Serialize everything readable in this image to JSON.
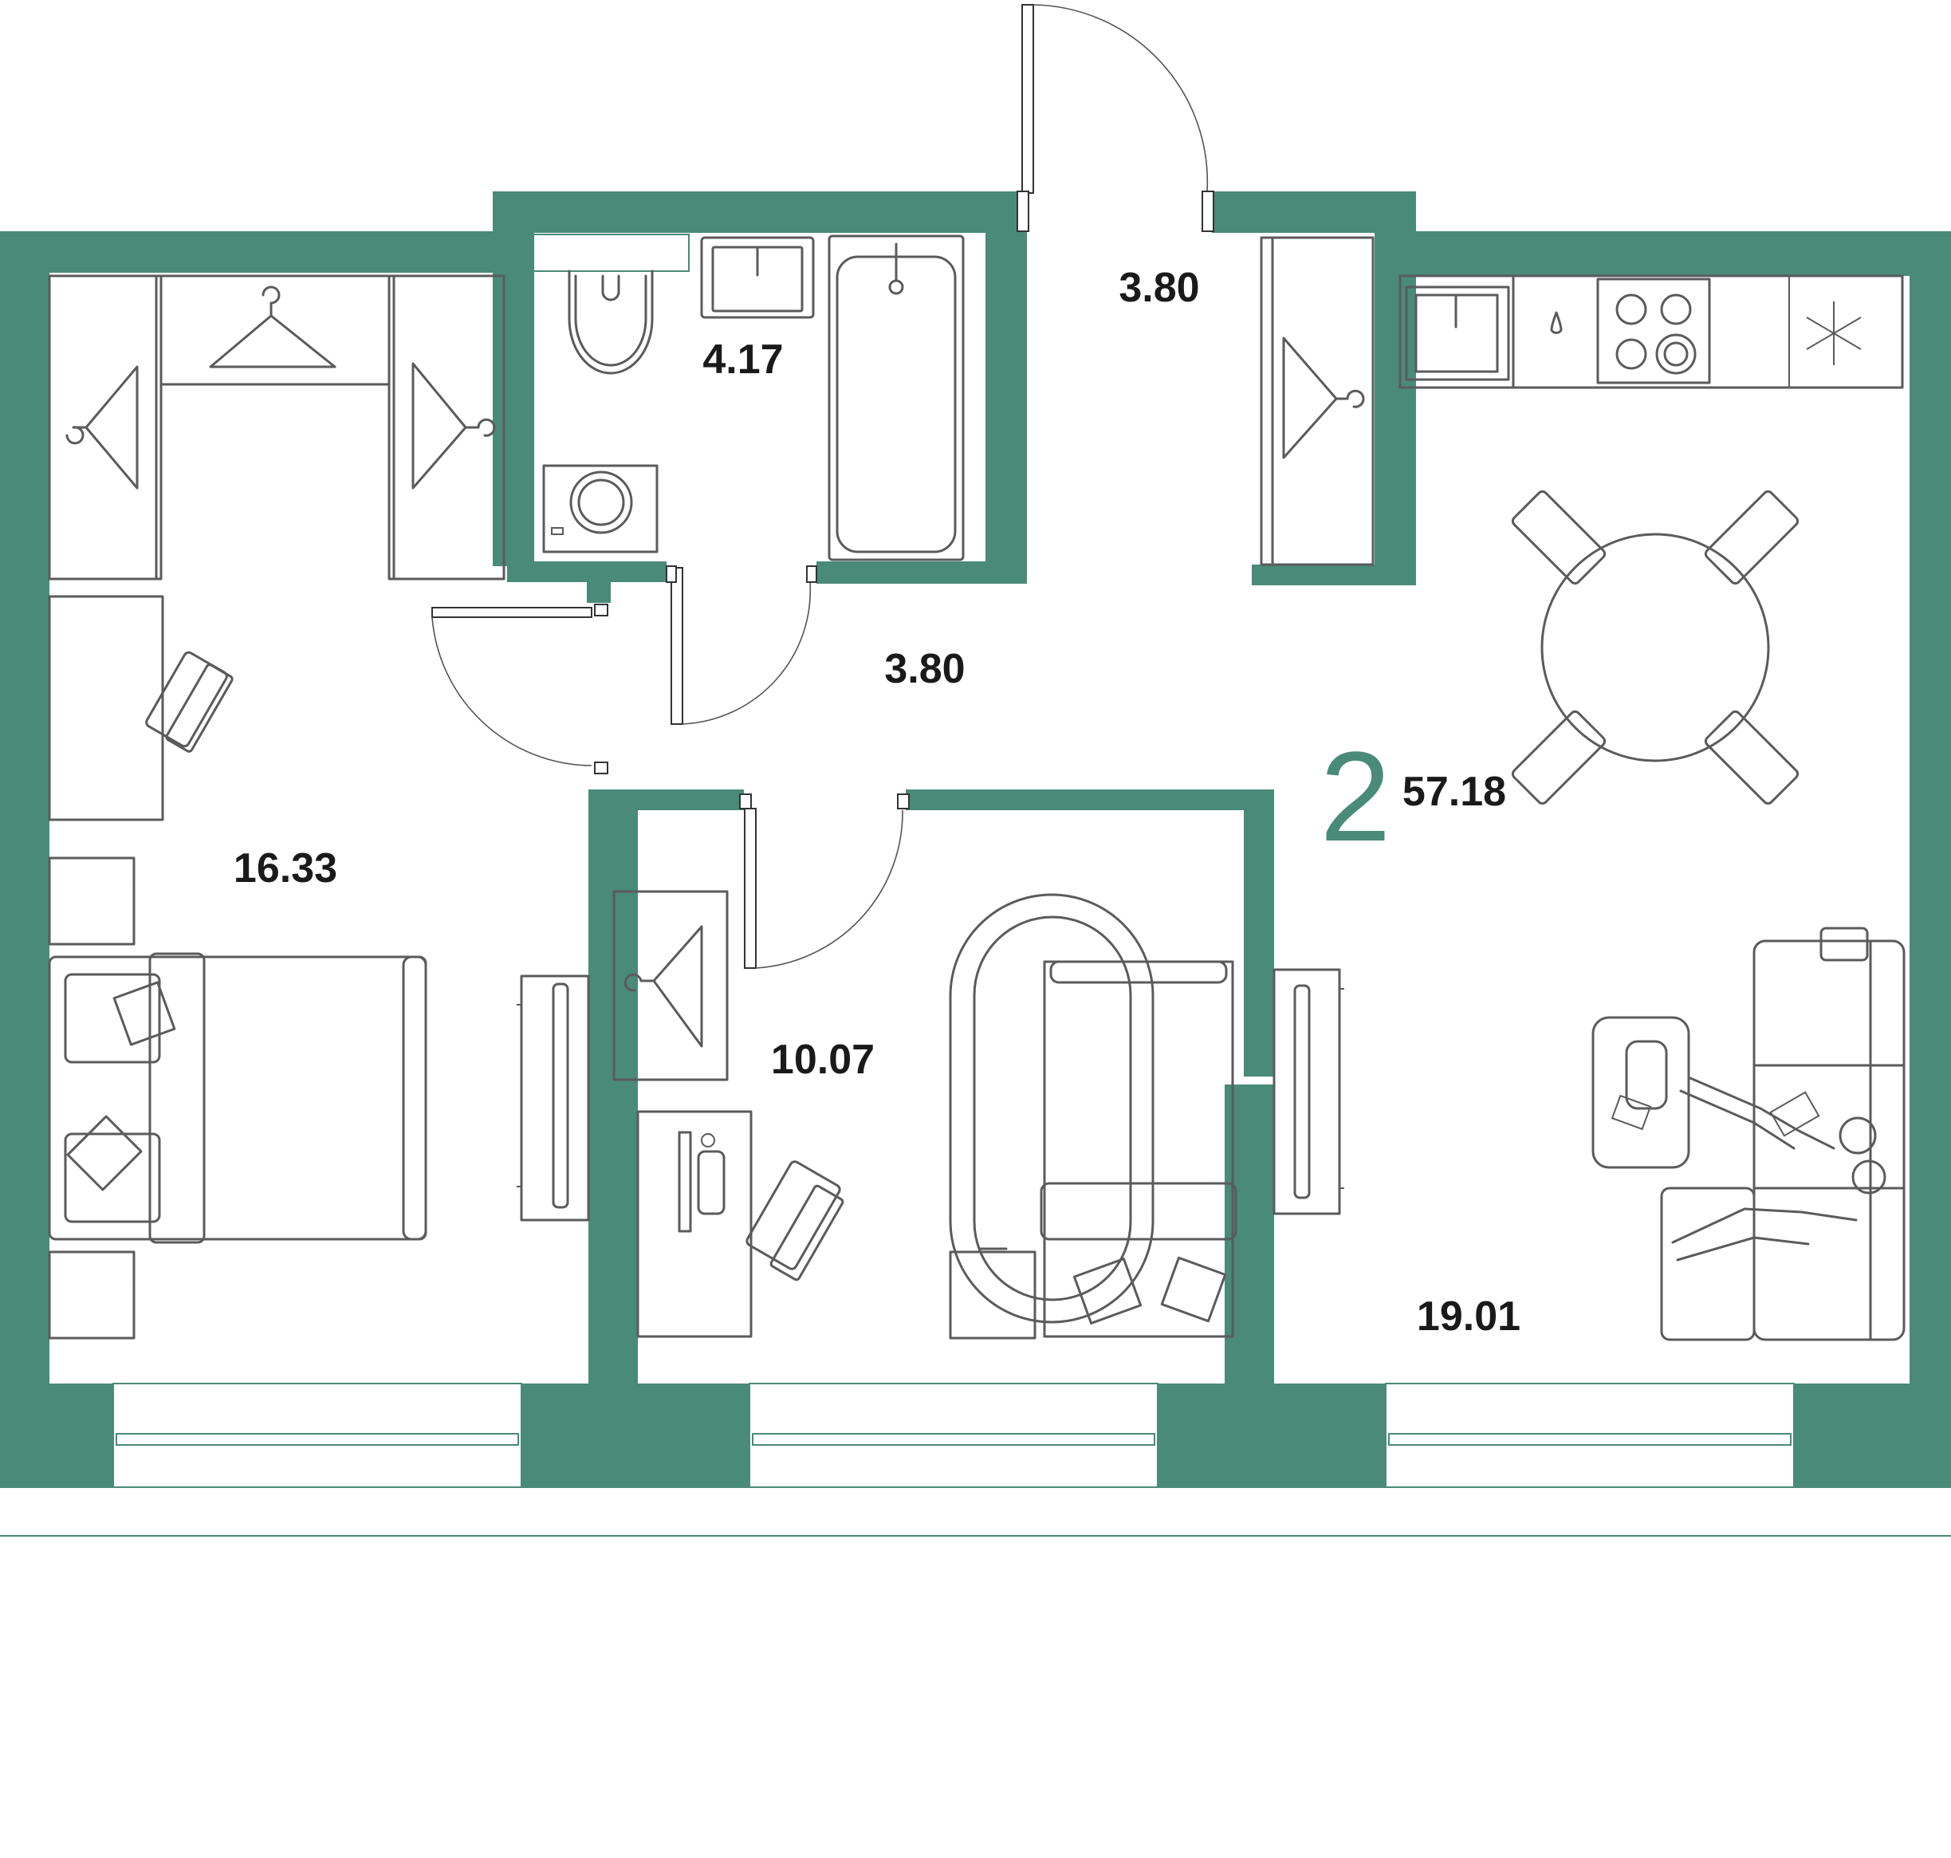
{
  "plan": {
    "rooms_count": "2",
    "total_area": "57.18",
    "wall_color": "#4a8a78",
    "rooms": {
      "bathroom": "4.17",
      "entrance_hall": "3.80",
      "corridor": "3.80",
      "bedroom": "16.33",
      "small_bedroom": "10.07",
      "living_kitchen": "19.01"
    }
  }
}
